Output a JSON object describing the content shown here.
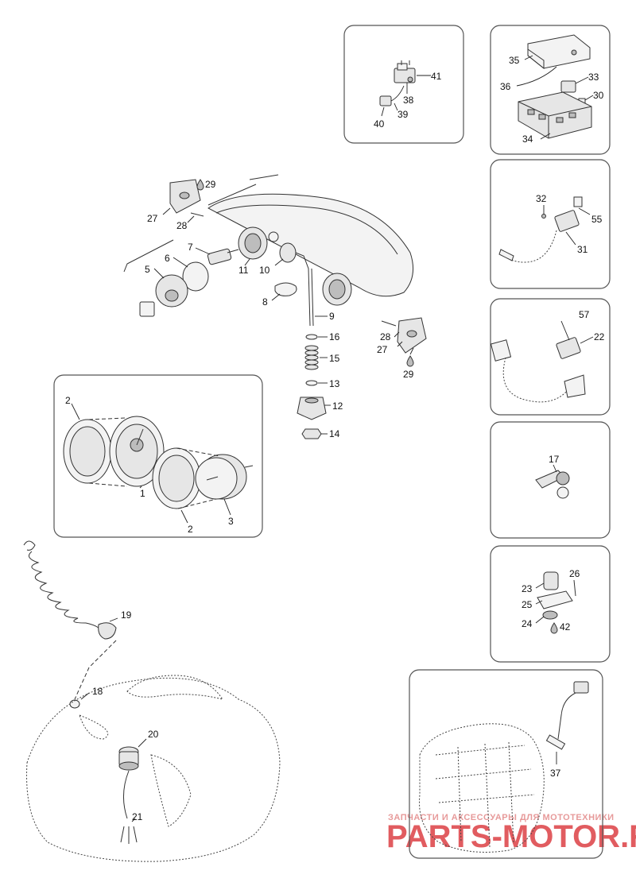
{
  "labels": {
    "l1": "1",
    "l2a": "2",
    "l2b": "2",
    "l3": "3",
    "l5": "5",
    "l6": "6",
    "l7": "7",
    "l8": "8",
    "l9": "9",
    "l10": "10",
    "l11": "11",
    "l12": "12",
    "l13": "13",
    "l14": "14",
    "l15": "15",
    "l16": "16",
    "l17": "17",
    "l18": "18",
    "l19": "19",
    "l20": "20",
    "l21": "21",
    "l22": "22",
    "l23": "23",
    "l24": "24",
    "l25": "25",
    "l26": "26",
    "l27a": "27",
    "l27b": "27",
    "l28a": "28",
    "l28b": "28",
    "l29a": "29",
    "l29b": "29",
    "l30": "30",
    "l31": "31",
    "l32": "32",
    "l33": "33",
    "l34": "34",
    "l35": "35",
    "l36": "36",
    "l37": "37",
    "l38": "38",
    "l39": "39",
    "l40": "40",
    "l41": "41",
    "l42": "42",
    "l55": "55",
    "l57": "57"
  },
  "watermark": {
    "tagline": "ЗАПЧАСТИ И АКСЕССУАРЫ ДЛЯ МОТОТЕХНИКИ",
    "brand": "PARTS-MOTOR.RU"
  },
  "icons": [
    "drop-icon"
  ],
  "colors": {
    "watermark": "#d8262b",
    "line": "#333333"
  }
}
